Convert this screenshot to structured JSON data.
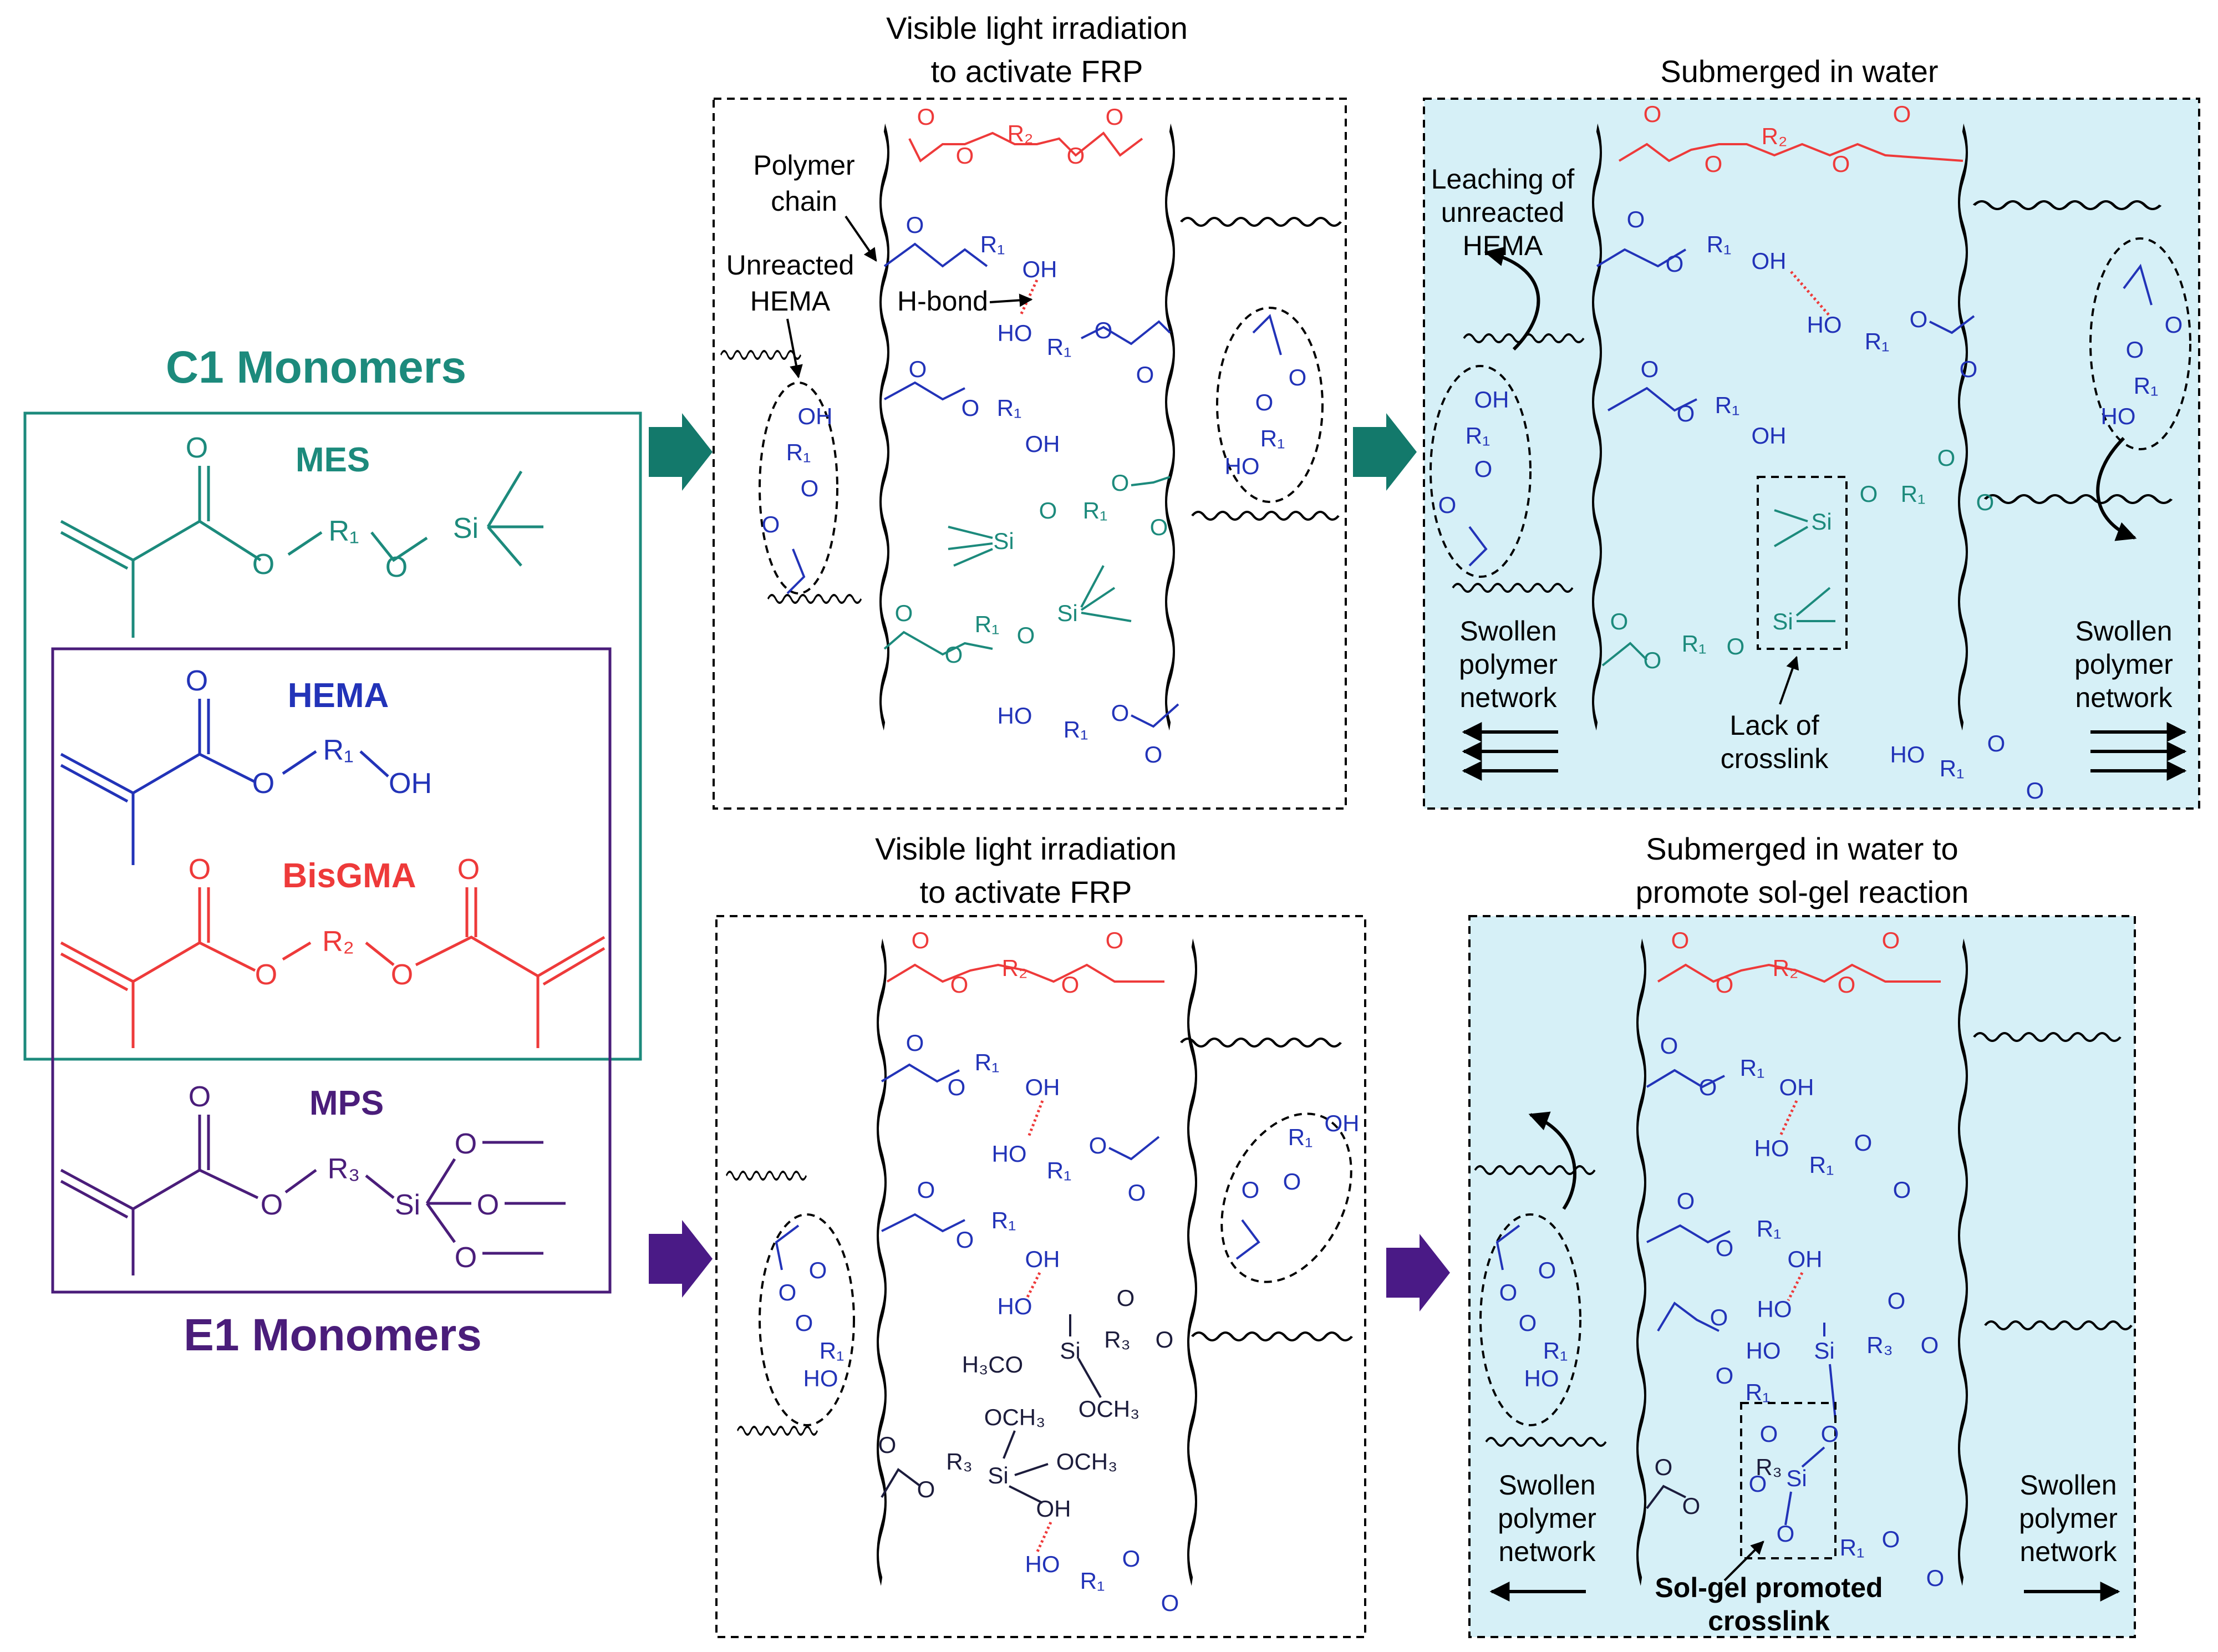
{
  "colors": {
    "teal": "#1c8a7c",
    "purple": "#4a1d7a",
    "blue": "#2233b8",
    "red": "#ee3a3a",
    "water": "#d6f0f7",
    "arrow_teal": "#13796b",
    "arrow_purple": "#4a1a86"
  },
  "groups": {
    "c1_title": "C1 Monomers",
    "e1_title": "E1 Monomers"
  },
  "monomers": {
    "mes": "MES",
    "hema": "HEMA",
    "bisgma": "BisGMA",
    "mps": "MPS"
  },
  "atoms": {
    "o": "O",
    "oh": "OH",
    "ho": "HO",
    "si": "Si",
    "r1": "R₁",
    "r2": "R₂",
    "r3": "R₃",
    "och3": "OCH₃",
    "h3co": "H₃CO"
  },
  "headings": {
    "top_middle_1": "Visible light irradiation",
    "top_middle_2": "to activate FRP",
    "top_right": "Submerged in water",
    "bottom_middle_1": "Visible light irradiation",
    "bottom_middle_2": "to activate FRP",
    "bottom_right_1": "Submerged in water to",
    "bottom_right_2": "promote sol-gel reaction"
  },
  "labels": {
    "polymer_chain_1": "Polymer",
    "polymer_chain_2": "chain",
    "unreacted_1": "Unreacted",
    "unreacted_2": "HEMA",
    "h_bond": "H-bond",
    "leaching_1": "Leaching of",
    "leaching_2": "unreacted",
    "leaching_3": "HEMA",
    "swollen_1": "Swollen",
    "swollen_2": "polymer",
    "swollen_3": "network",
    "lack_1": "Lack of",
    "lack_2": "crosslink",
    "solgel_1": "Sol-gel promoted",
    "solgel_2": "crosslink"
  }
}
